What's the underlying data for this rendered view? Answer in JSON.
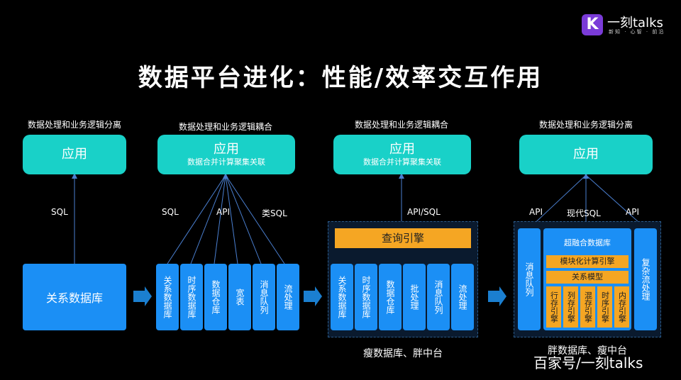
{
  "logo": {
    "mark": "K",
    "brand": "一刻talks",
    "slogan": "新知 · 心智 · 前沿"
  },
  "title": "数据平台进化：性能/效率交互作用",
  "panels": [
    {
      "caption": "数据处理和业务逻辑分离",
      "app": "应用",
      "links": [
        "SQL"
      ],
      "store": "关系数据库"
    },
    {
      "caption": "数据处理和业务逻辑耦合",
      "app": "应用",
      "app_sub": "数据合并计算聚集关联",
      "links": [
        "SQL",
        "API",
        "类SQL"
      ],
      "stores": [
        "关系数据库",
        "时序数据库",
        "数据仓库",
        "宽表",
        "消息队列",
        "流处理"
      ]
    },
    {
      "caption": "数据处理和业务逻辑耦合",
      "app": "应用",
      "app_sub": "数据合并计算聚集关联",
      "links": [
        "API/SQL"
      ],
      "engine": "查询引擎",
      "stores": [
        "关系数据库",
        "时序数据库",
        "数据仓库",
        "批处理",
        "消息队列",
        "流处理"
      ],
      "footer": "瘦数据库、胖中台"
    },
    {
      "caption": "数据处理和业务逻辑分离",
      "app": "应用",
      "links": [
        "API",
        "现代SQL",
        "API"
      ],
      "left_store": "消息队列",
      "right_store": "复杂流处理",
      "fusion_title": "超融合数据库",
      "fusion_engine": "模块化计算引擎",
      "fusion_model": "关系模型",
      "fusion_engines": [
        "行存引擎",
        "列存引擎",
        "混存引擎",
        "时序引擎",
        "内存引擎"
      ],
      "footer": "胖数据库、瘦中台"
    }
  ],
  "watermark": "百家号/一刻talks",
  "colors": {
    "app": "#19d1c8",
    "store": "#1b8ff5",
    "engine": "#f5a623",
    "arrow": "#1b7fd0"
  }
}
